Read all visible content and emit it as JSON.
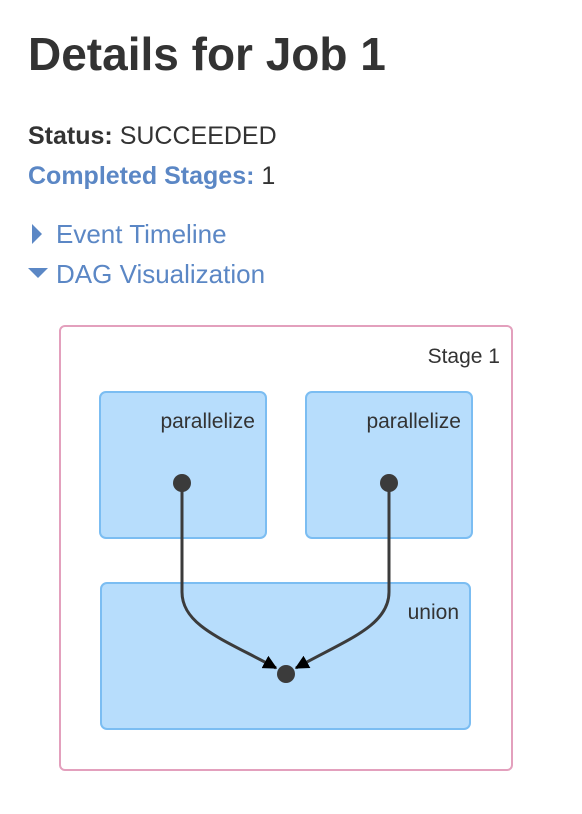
{
  "page": {
    "title": "Details for Job 1"
  },
  "summary": {
    "status_label": "Status:",
    "status_value": "SUCCEEDED",
    "completed_stages_label": "Completed Stages:",
    "completed_stages_value": "1"
  },
  "toggles": {
    "event_timeline": "Event Timeline",
    "dag_visualization": "DAG Visualization"
  },
  "dag": {
    "stage_label": "Stage 1",
    "nodes": [
      {
        "label": "parallelize"
      },
      {
        "label": "parallelize"
      },
      {
        "label": "union"
      }
    ],
    "colors": {
      "stage_border": "#e3a0bd",
      "node_fill": "#b7ddfc",
      "node_border": "#7bbdf2",
      "edge": "#3b3b3b"
    }
  }
}
